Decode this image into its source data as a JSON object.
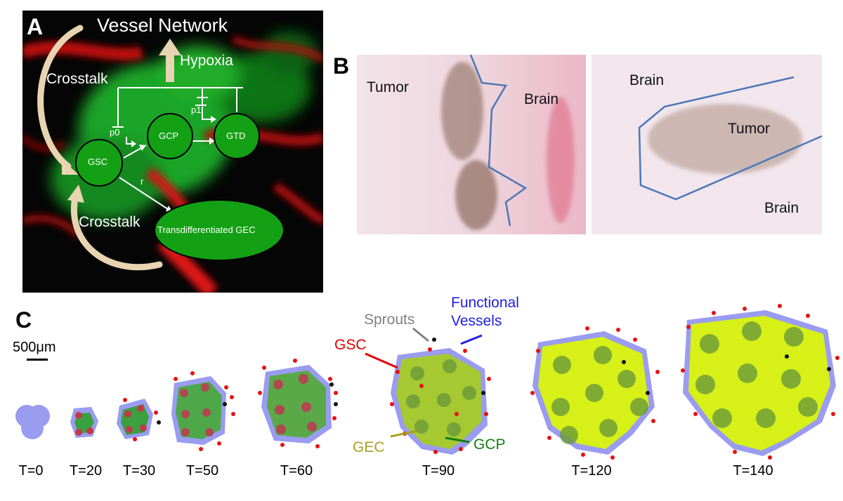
{
  "panel_a": {
    "label": "A",
    "title": "Vessel Network",
    "hypoxia": "Hypoxia",
    "crosstalk_top": "Crosstalk",
    "crosstalk_bottom": "Crosstalk",
    "nodes": {
      "gsc": "GSC",
      "gcp": "GCP",
      "gtd": "GTD",
      "gec": "Transdifferentiated GEC"
    },
    "params": {
      "p0": "p0",
      "p1": "p1",
      "r": "r"
    }
  },
  "panel_b": {
    "label": "B",
    "left_tumor": "Tumor",
    "left_brain": "Brain",
    "right_brain_top": "Brain",
    "right_tumor": "Tumor",
    "right_brain_bottom": "Brain"
  },
  "panel_c": {
    "label": "C",
    "scale_bar": "500μm",
    "annotations": {
      "sprouts": "Sprouts",
      "functional": "Functional",
      "vessels": "Vessels",
      "gsc": "GSC",
      "gec": "GEC",
      "gcp": "GCP"
    },
    "timepoints": [
      "T=0",
      "T=20",
      "T=30",
      "T=50",
      "T=60",
      "T=90",
      "T=120",
      "T=140"
    ]
  },
  "colors": {
    "green_node": "#14a014",
    "arrow_beige": "#e8d4b0",
    "boundary_blue": "#4a78b8",
    "tumor_lavender": "#9a9cf0",
    "tumor_yellow": "#d6f018",
    "cell_red": "#e81010",
    "gsc_red": "#e00000",
    "sprout_gray": "#808080",
    "functional_blue": "#2020e0",
    "gec_olive": "#a8a020",
    "gcp_green": "#108010"
  }
}
